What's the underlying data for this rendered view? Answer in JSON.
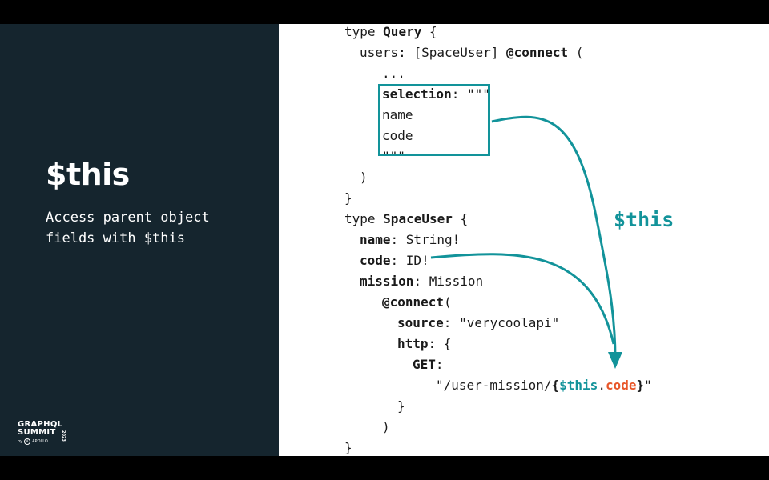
{
  "slide": {
    "title": "$this",
    "subtitle": "Access parent object fields with $this",
    "annotation": "$this",
    "colors": {
      "left_bg": "#15252e",
      "accent": "#12939a",
      "highlight": "#e8572a"
    }
  },
  "logo": {
    "line1": "GRAPHQL",
    "line2": "SUMMIT",
    "year": "2023",
    "by": "by",
    "brand": "APOLLO",
    "icon": "apollo-logo-icon"
  },
  "code": {
    "l1_kw": "type",
    "l1_name": "Query",
    "l1_brace": " {",
    "l2_field": "users",
    "l2_type": ": [SpaceUser] ",
    "l2_dir": "@connect",
    "l2_paren": " (",
    "l3": "...",
    "l4_key": "selection",
    "l4_rest": ": \"\"\"",
    "l5": "name",
    "l6": "code",
    "l7": "\"\"\"",
    "l8": ")",
    "l9": "}",
    "l10_kw": "type",
    "l10_name": "SpaceUser",
    "l10_brace": " {",
    "l11_key": "name",
    "l11_rest": ": String!",
    "l12_key": "code",
    "l12_rest": ": ID!",
    "l13_key": "mission",
    "l13_rest": ": Mission",
    "l14_dir": "@connect",
    "l14_paren": "(",
    "l15_key": "source",
    "l15_rest": ": \"verycoolapi\"",
    "l16_key": "http",
    "l16_rest": ": {",
    "l17_key": "GET",
    "l17_rest": ":",
    "l18_pre": "\"/user-mission/",
    "l18_ob": "{",
    "l18_this": "$this",
    "l18_dot": ".",
    "l18_code": "code",
    "l18_cb": "}",
    "l18_post": "\"",
    "l19": "}",
    "l20": ")",
    "l21": "}"
  }
}
